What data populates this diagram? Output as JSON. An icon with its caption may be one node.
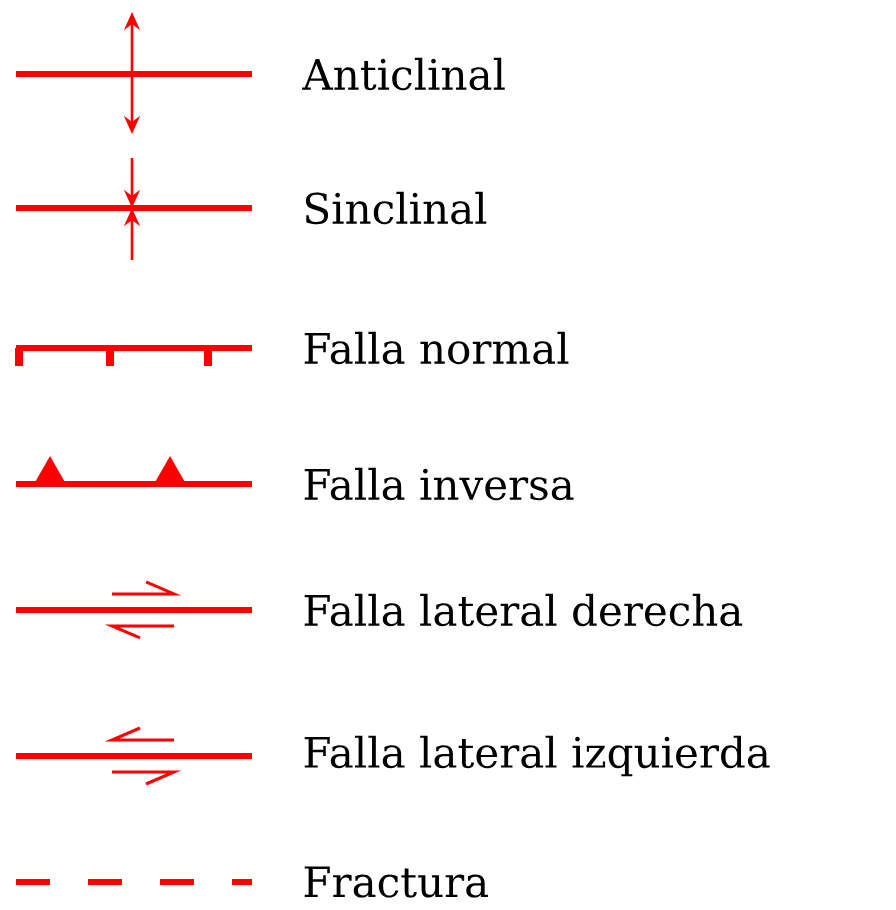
{
  "diagram": {
    "legend": [
      {
        "text": "Anticlinal"
      },
      {
        "text": "Sinclinal"
      },
      {
        "text": "Falla normal"
      },
      {
        "text": "Falla inversa"
      },
      {
        "text": "Falla lateral derecha"
      },
      {
        "text": "Falla lateral izquierda"
      },
      {
        "text": "Fractura"
      }
    ]
  }
}
